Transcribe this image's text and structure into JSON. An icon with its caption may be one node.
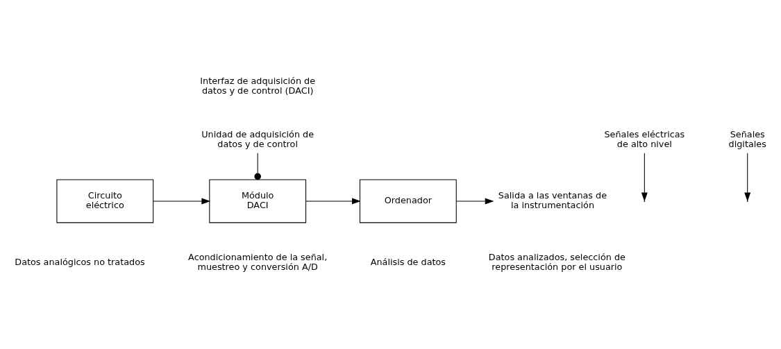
{
  "diagram": {
    "nodes": [
      {
        "text": [
          "Circuito eléctrico"
        ]
      },
      {
        "text": [
          "Módulo DACI"
        ]
      },
      {
        "text": [
          "Ordenador"
        ]
      },
      {
        "text": [
          "Salida a las ventanas de la instrumentación"
        ]
      },
      {
        "text": [
          "Señales eléctricas de alto nivel"
        ]
      },
      {
        "text": [
          "Unidad de adquisición de datos y de control"
        ]
      },
      {
        "text": [
          "Señales digitales"
        ]
      }
    ],
    "edges": [
      {
        "from": 0,
        "to": 1,
        "arrow": "to"
      },
      {
        "from": 1,
        "to": 2,
        "arrow": "to"
      },
      {
        "from": 2,
        "to": 3,
        "arrow": "to"
      },
      {
        "from": 4,
        "to": null,
        "arrow": "to"
      },
      {
        "from": 5,
        "to": 1,
        "arrow": "other"
      },
      {
        "from": 6,
        "to": null,
        "arrow": "to"
      }
    ],
    "labels": [
      "Interfaz de adquisición de datos y de control (DACI)",
      "Datos analógicos no tratados",
      "Acondicionamiento de la señal, muestreo y conversión A/D",
      "Análisis de datos",
      "Datos analizados, selección de representación por el usuario"
    ]
  }
}
